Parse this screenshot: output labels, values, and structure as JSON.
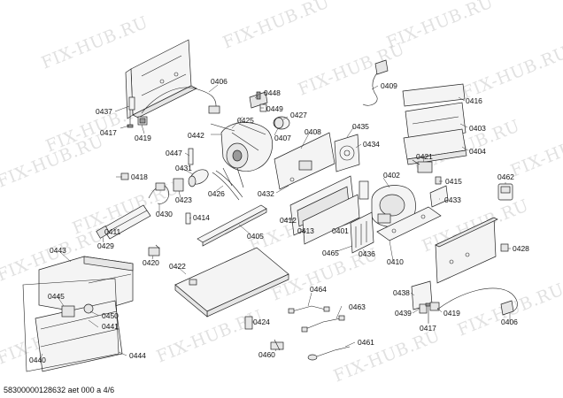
{
  "watermark": "FIX-HUB.RU",
  "footer": "58300000128632 aet 000 a 4/6",
  "labels": {
    "l0437": "0437",
    "l0417a": "0417",
    "l0419a": "0419",
    "l0406a": "0406",
    "l0448": "0448",
    "l0449": "0449",
    "l0425": "0425",
    "l0427": "0427",
    "l0442": "0442",
    "l0407": "0407",
    "l0409": "0409",
    "l0416": "0416",
    "l0403": "0403",
    "l0435": "0435",
    "l0408": "0408",
    "l0434": "0434",
    "l0404": "0404",
    "l0447": "0447",
    "l0431": "0431",
    "l0421": "0421",
    "l0418": "0418",
    "l0426": "0426",
    "l0423": "0423",
    "l0432": "0432",
    "l0402": "0402",
    "l0415": "0415",
    "l0462": "0462",
    "l0433": "0433",
    "l0430": "0430",
    "l0414": "0414",
    "l0412": "0412",
    "l0413": "0413",
    "l0401": "0401",
    "l0411": "0411",
    "l0405": "0405",
    "l0429": "0429",
    "l0443": "0443",
    "l0465": "0465",
    "l0436": "0436",
    "l0410": "0410",
    "l0428": "0428",
    "l0420": "0420",
    "l0422": "0422",
    "l0464": "0464",
    "l0438": "0438",
    "l0445": "0445",
    "l0463": "0463",
    "l0450": "0450",
    "l0441": "0441",
    "l0424": "0424",
    "l0439": "0439",
    "l0419b": "0419",
    "l0417b": "0417",
    "l0406b": "0406",
    "l0461": "0461",
    "l0460": "0460",
    "l0440": "0440",
    "l0444": "0444"
  }
}
